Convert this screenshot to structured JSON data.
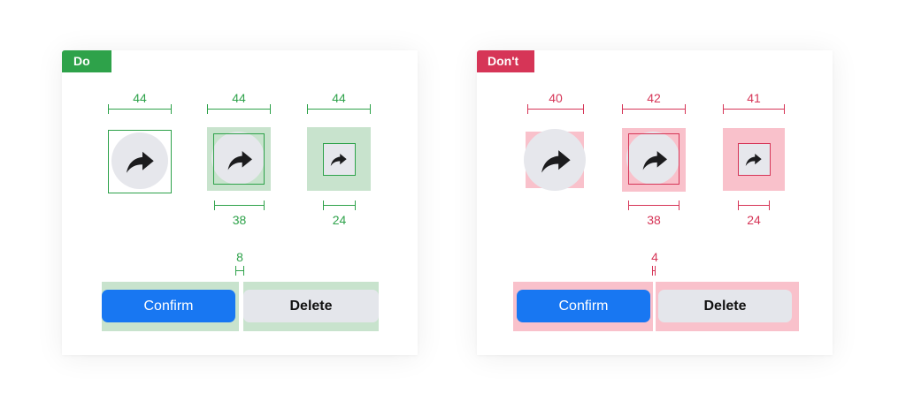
{
  "colors": {
    "good": "#2ea24a",
    "good_fill": "#c8e3cd",
    "bad": "#d63557",
    "bad_fill": "#f9c1cb",
    "primary_button": "#1877f2",
    "secondary_button": "#e4e6eb",
    "icon_circle": "#e6e7ec",
    "icon": "#1c1c1e"
  },
  "icons": {
    "share": "share-arrow-icon"
  },
  "do_panel": {
    "badge": "Do",
    "sizes": [
      "44",
      "44",
      "44"
    ],
    "inner_sizes": [
      "38",
      "24"
    ],
    "spacing": "8",
    "confirm_label": "Confirm",
    "delete_label": "Delete"
  },
  "dont_panel": {
    "badge": "Don't",
    "sizes": [
      "40",
      "42",
      "41"
    ],
    "inner_sizes": [
      "38",
      "24"
    ],
    "spacing": "4",
    "confirm_label": "Confirm",
    "delete_label": "Delete"
  }
}
